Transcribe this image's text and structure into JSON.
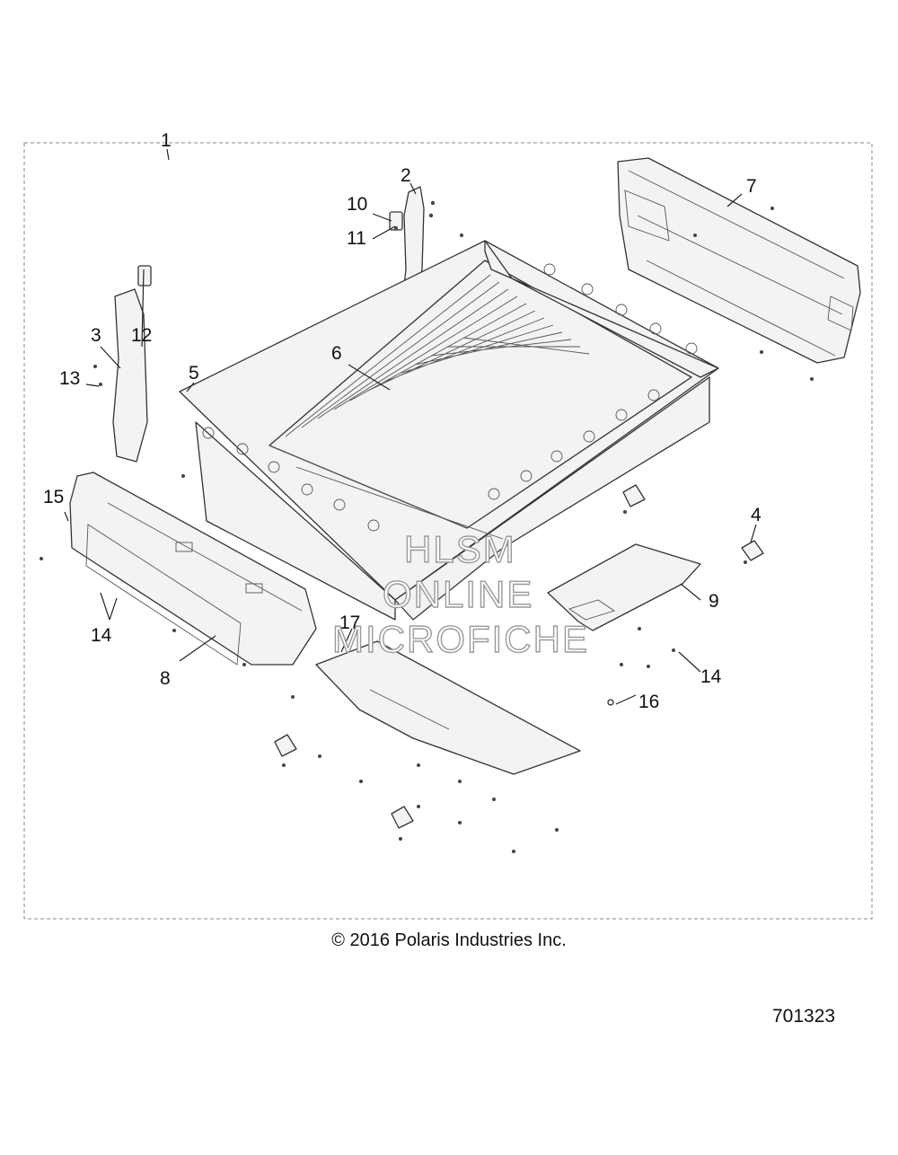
{
  "callouts": [
    "1",
    "2",
    "3",
    "4",
    "5",
    "6",
    "7",
    "8",
    "9",
    "10",
    "11",
    "12",
    "13",
    "14",
    "14",
    "15",
    "16",
    "17"
  ],
  "watermark": {
    "line1": "HLSM",
    "line2": "ONLINE",
    "line3": "MICROFICHE"
  },
  "copyright": "© 2016 Polaris Industries Inc.",
  "drawing_number": "701323"
}
